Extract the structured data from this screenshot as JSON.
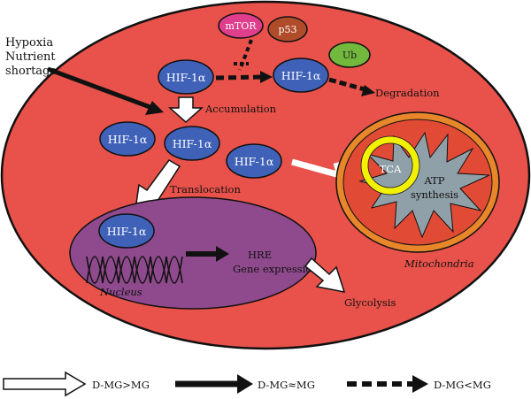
{
  "labels": {
    "hypoxia_line1": "Hypoxia",
    "hypoxia_line2": "Nutrient",
    "hypoxia_line3": "shortage",
    "mtor": "mTOR",
    "p53": "p53",
    "ub": "Ub",
    "degradation": "Degradation",
    "accumulation": "Accumulation",
    "translocation": "Translocation",
    "hre": "HRE",
    "gene_expression": "Gene expression",
    "nucleus": "Nucleus",
    "glycolysis": "Glycolysis",
    "tca": "TCA",
    "atp": "ATP",
    "synthesis": "synthesis",
    "mitochondria": "Mitochondria"
  },
  "hif": {
    "top_left": "HIF-1α",
    "top_right": "HIF-1α",
    "mid_left": "HIF-1α",
    "mid_center": "HIF-1α",
    "mid_right": "HIF-1α",
    "nucleus": "HIF-1α"
  },
  "legend": {
    "open_arrow": "D-MG>MG",
    "solid_arrow": "D-MG≈MG",
    "dashed_arrow": "D-MG<MG"
  },
  "colors": {
    "cell_fill": "#e8524a",
    "hif_fill": "#3f62b8",
    "nucleus_fill": "#8e4a8c",
    "mito_outer": "#e8862a",
    "mito_inner": "#e14a35",
    "mito_star": "#8fa0a8",
    "tca_ring": "#f2f100",
    "mtor_fill": "#de3e8c",
    "p53_fill": "#b04c2a",
    "ub_fill": "#72b83c"
  }
}
